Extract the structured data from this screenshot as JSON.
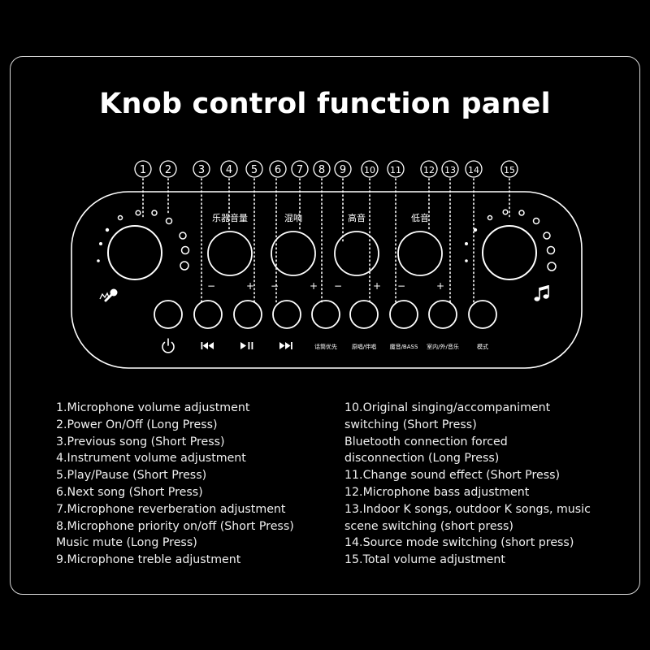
{
  "title": "Knob control function panel",
  "numbers": [
    "1",
    "2",
    "3",
    "4",
    "5",
    "6",
    "7",
    "8",
    "9",
    "10",
    "11",
    "12",
    "13",
    "14",
    "15"
  ],
  "knob_labels": {
    "instrument": "乐器音量",
    "reverb": "混响",
    "treble": "高音",
    "bass": "低音"
  },
  "signs": {
    "minus": "−",
    "plus": "+"
  },
  "button_labels": {
    "mic_priority": "话筒优先",
    "original_accomp": "原唱/伴唱",
    "effect": "魔音/BASS",
    "scene": "室内/外/音乐",
    "mode": "模式"
  },
  "icons": {
    "power": "power-icon",
    "previous": "previous-track-icon",
    "play_pause": "play-pause-icon",
    "next": "next-track-icon",
    "microphone": "microphone-icon",
    "music": "music-note-icon"
  },
  "legend_left": [
    "1.Microphone volume adjustment",
    "2.Power On/Off (Long Press)",
    "3.Previous song (Short Press)",
    "4.Instrument volume adjustment",
    "5.Play/Pause (Short Press)",
    "6.Next song (Short Press)",
    "7.Microphone reverberation adjustment",
    "8.Microphone priority on/off (Short Press)",
    "Music mute (Long Press)",
    "9.Microphone treble adjustment"
  ],
  "legend_right": [
    "10.Original singing/accompaniment",
    "switching (Short Press)",
    "Bluetooth connection forced",
    "disconnection (Long Press)",
    "11.Change sound effect (Short Press)",
    "12.Microphone bass adjustment",
    "13.Indoor K songs, outdoor K songs, music",
    "scene switching (short press)",
    "14.Source mode switching (short press)",
    "15.Total volume adjustment"
  ],
  "colors": {
    "background": "#000000",
    "line": "#ffffff",
    "frame": "#d8d8d8"
  }
}
